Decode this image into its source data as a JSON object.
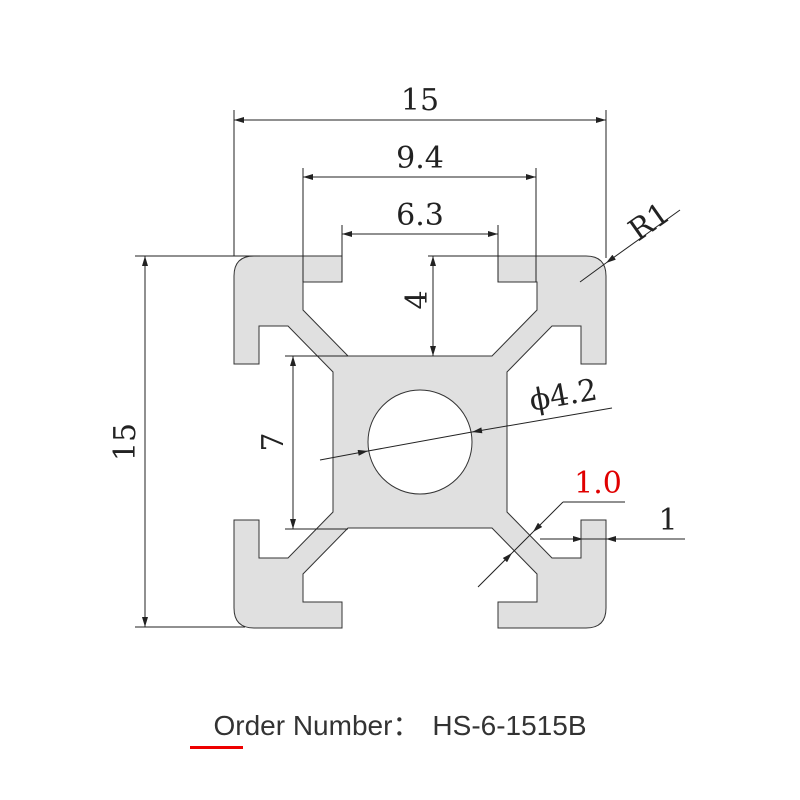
{
  "drawing": {
    "dimensions": {
      "overall_width": "15",
      "slot_outer_width": "9.4",
      "slot_opening": "6.3",
      "slot_depth": "4",
      "core_size": "7",
      "overall_height": "15",
      "corner_radius": "R1",
      "bore_diameter": "ϕ4.2",
      "web_thickness": "1.0",
      "lip_thickness": "1"
    },
    "colors": {
      "profile_fill": "#e0e0e0",
      "outline": "#222222",
      "highlight": "#e00000"
    }
  },
  "caption": {
    "label": "Order Number：",
    "value": "HS-6-1515B"
  }
}
